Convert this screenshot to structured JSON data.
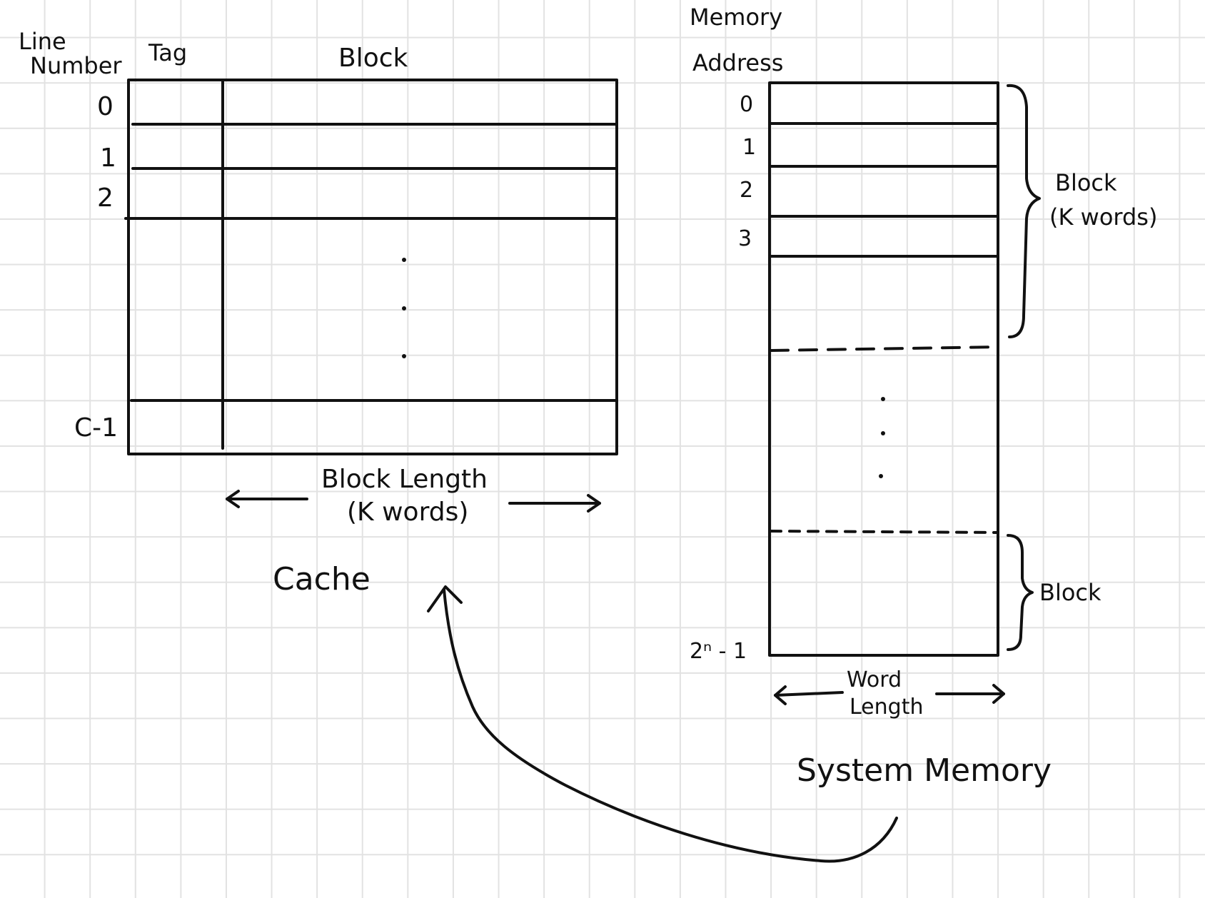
{
  "cache": {
    "title": "Cache",
    "line_number_header_1": "Line",
    "line_number_header_2": "Number",
    "tag_header": "Tag",
    "block_header": "Block",
    "line_labels": [
      "0",
      "1",
      "2",
      "C-1"
    ],
    "block_length_label": "Block Length",
    "block_length_sub": "(K words)"
  },
  "memory": {
    "title": "System Memory",
    "address_header_1": "Memory",
    "address_header_2": "Address",
    "address_labels": [
      "0",
      "1",
      "2",
      "3",
      "2ⁿ - 1"
    ],
    "block_brace_label_1": "Block",
    "block_brace_label_2": "(K words)",
    "block_brace_label_bottom": "Block",
    "word_length_label_1": "Word",
    "word_length_label_2": "Length"
  },
  "colors": {
    "ink": "#111111",
    "grid": "#e2e2e2",
    "paper": "#ffffff"
  }
}
